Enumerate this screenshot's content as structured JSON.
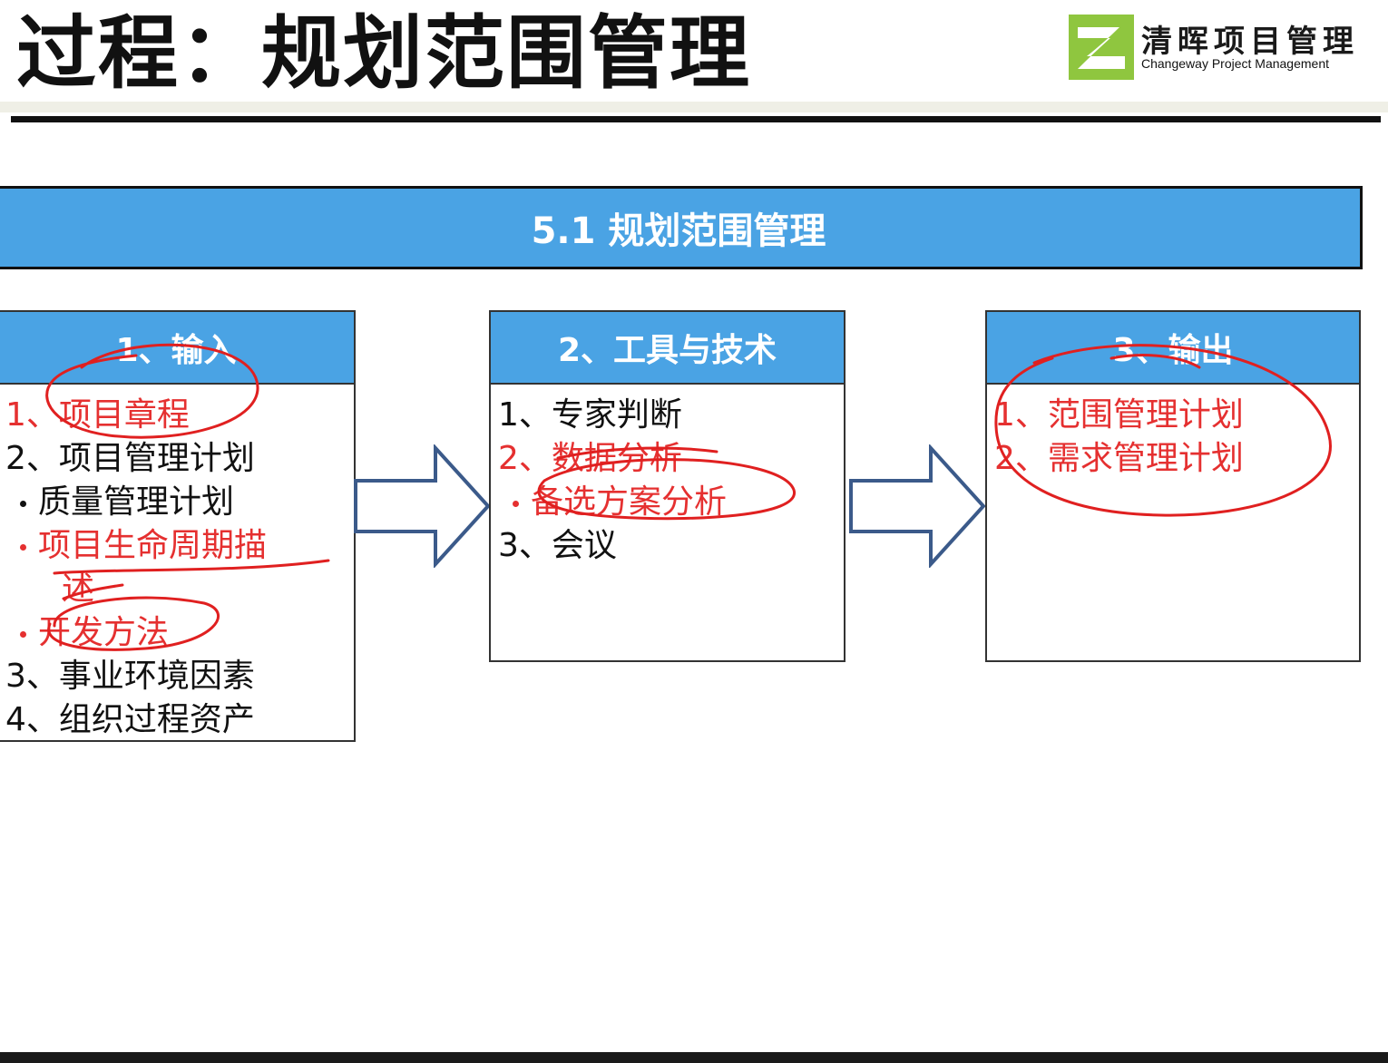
{
  "slide": {
    "title": "过程：规划范围管理",
    "logo": {
      "name_cn": "清晖项目管理",
      "name_en": "Changeway Project Management",
      "icon": "changeway-logo-icon"
    },
    "banner": "5.1 规划范围管理",
    "input": {
      "header": "1、输入",
      "lines": [
        "1、项目章程",
        "2、项目管理计划",
        "质量管理计划",
        "项目生命周期描",
        "述",
        "开发方法",
        "3、事业环境因素",
        "4、组织过程资产"
      ]
    },
    "tools": {
      "header": "2、工具与技术",
      "lines": [
        "1、专家判断",
        "2、数据分析",
        "备选方案分析",
        "3、会议"
      ]
    },
    "output": {
      "header": "3、输出",
      "lines": [
        "1、范围管理计划",
        "2、需求管理计划"
      ]
    },
    "colors": {
      "header_blue": "#4aa3e4",
      "highlight_red": "#e53030",
      "annotation_red": "#e02020",
      "arrow_stroke": "#3b5a8a"
    }
  }
}
